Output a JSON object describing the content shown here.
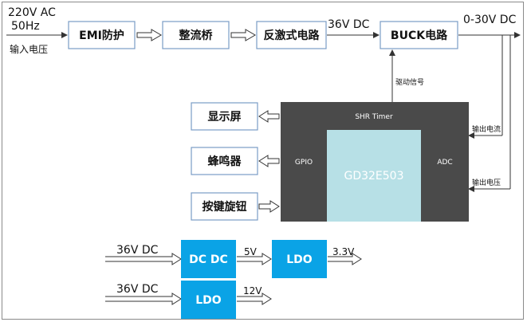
{
  "colors": {
    "block_fill": "#ffffff",
    "block_border": "#7a9cc6",
    "mcu_dark": "#4a4a4a",
    "mcu_core": "#b7e0e6",
    "power_blue": "#0aa3e6",
    "line": "#333333"
  },
  "input": {
    "voltage": "220V AC",
    "frequency": "50Hz",
    "label": "输入电压"
  },
  "chain": {
    "emi": "EMI防护",
    "rectifier": "整流桥",
    "flyback": "反激式电路",
    "dc_36v": "36V DC",
    "buck": "BUCK电路",
    "output": "0-30V DC"
  },
  "signals": {
    "drive": "驱动信号",
    "out_current": "输出电流",
    "out_voltage": "输出电压"
  },
  "mcu": {
    "timer": "SHR Timer",
    "gpio": "GPIO",
    "core": "GD32E503",
    "adc": "ADC"
  },
  "peripherals": {
    "display": "显示屏",
    "buzzer": "蜂鸣器",
    "knob": "按键旋钮"
  },
  "power_tree": {
    "row1_in": "36V DC",
    "dcdc": "DC DC",
    "mid": "5V",
    "ldo1": "LDO",
    "out1": "3.3V",
    "row2_in": "36V DC",
    "ldo2": "LDO",
    "out2": "12V"
  }
}
